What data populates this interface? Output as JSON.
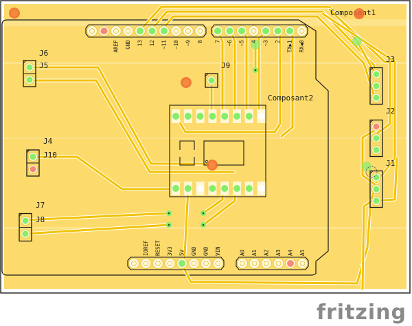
{
  "app": {
    "name": "Fritzing",
    "view": "PCB view",
    "brand_label": "fritzing"
  },
  "colors": {
    "board": "#fcdb6c",
    "board_light": "#fde6a0",
    "copper_trace": "#f2c200",
    "trace_outline": "#ffffff",
    "silkscreen": "#1a1a1a",
    "pad_connected": "#84ee6c",
    "pad_unrouted": "#f58a7a",
    "via_warning": "#f06a30",
    "brand_gray": "#8a8a8a"
  },
  "board_labels": {
    "composant1": "Composant1",
    "composant2": "Composant2",
    "j1": "J1",
    "j2": "J2",
    "j3": "J3",
    "j4": "J4",
    "j5": "J5",
    "j6": "J6",
    "j7": "J7",
    "j8": "J8",
    "j9": "J9",
    "j10": "J10"
  },
  "arduino_headers": {
    "top_left": {
      "pins": [
        {
          "label": "",
          "state": "open"
        },
        {
          "label": "",
          "state": "unrouted"
        },
        {
          "label": "AREF",
          "state": "open"
        },
        {
          "label": "GND",
          "state": "open"
        },
        {
          "label": "13",
          "state": "connected"
        },
        {
          "label": "12",
          "state": "connected"
        },
        {
          "label": "~11",
          "state": "connected"
        },
        {
          "label": "~10",
          "state": "open"
        },
        {
          "label": "~9",
          "state": "open"
        },
        {
          "label": "8",
          "state": "open"
        }
      ]
    },
    "top_right": {
      "pins": [
        {
          "label": "7",
          "state": "connected"
        },
        {
          "label": "~6",
          "state": "connected"
        },
        {
          "label": "~5",
          "state": "connected"
        },
        {
          "label": "4",
          "state": "open"
        },
        {
          "label": "~3",
          "state": "connected"
        },
        {
          "label": "2",
          "state": "connected"
        },
        {
          "label": "TX▶1",
          "state": "connected"
        },
        {
          "label": "RX◀0",
          "state": "open"
        }
      ]
    },
    "bottom_power": {
      "pins": [
        {
          "label": "",
          "state": "open"
        },
        {
          "label": "IOREF",
          "state": "open"
        },
        {
          "label": "RESET",
          "state": "open"
        },
        {
          "label": "3V3",
          "state": "open"
        },
        {
          "label": "5V",
          "state": "connected"
        },
        {
          "label": "GND",
          "state": "open"
        },
        {
          "label": "GND",
          "state": "open"
        },
        {
          "label": "VIN",
          "state": "open"
        }
      ]
    },
    "bottom_analog": {
      "pins": [
        {
          "label": "A0",
          "state": "open"
        },
        {
          "label": "A1",
          "state": "open"
        },
        {
          "label": "A2",
          "state": "open"
        },
        {
          "label": "A3",
          "state": "open"
        },
        {
          "label": "A4",
          "state": "unrouted"
        },
        {
          "label": "A5",
          "state": "open"
        }
      ]
    }
  },
  "connectors": {
    "j3_pins": [
      "connected",
      "connected",
      "connected"
    ],
    "j2_pins": [
      "unrouted",
      "connected",
      "connected"
    ],
    "j1_pins": [
      "connected",
      "connected",
      "connected"
    ],
    "j5_pins": [
      "connected",
      "connected"
    ],
    "j10_pins": [
      "connected",
      "unrouted"
    ],
    "j8_pins": [
      "connected",
      "connected"
    ],
    "j9_pins": [
      "connected"
    ]
  },
  "composant2": {
    "top_row": [
      "connected",
      "connected",
      "connected",
      "connected",
      "connected",
      "connected",
      "connected",
      "open"
    ],
    "bottom_row": [
      "connected",
      "connected",
      "open",
      "connected",
      "connected",
      "connected",
      "connected",
      "open"
    ]
  }
}
